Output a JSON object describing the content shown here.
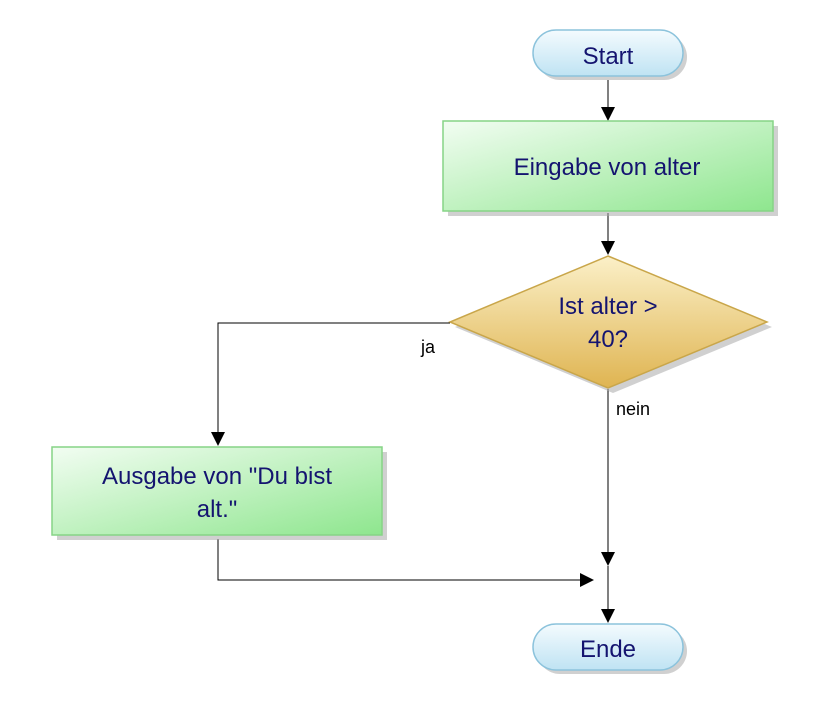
{
  "nodes": {
    "start": {
      "label": "Start"
    },
    "input": {
      "label": "Eingabe von alter"
    },
    "decision": {
      "line1": "Ist alter >",
      "line2": "40?"
    },
    "output": {
      "line1": "Ausgabe von \"Du bist",
      "line2": "alt.\""
    },
    "end": {
      "label": "Ende"
    }
  },
  "edges": {
    "yes_label": "ja",
    "no_label": "nein"
  },
  "colors": {
    "terminal_fill_top": "#f4fbfe",
    "terminal_fill_bottom": "#bfe3f3",
    "terminal_stroke": "#8cc3dc",
    "process_fill_top": "#f2fdf2",
    "process_fill_bottom": "#8ee68e",
    "process_stroke": "#86d486",
    "decision_fill_top": "#fbf0c8",
    "decision_fill_bottom": "#dfb451",
    "decision_stroke": "#c9a64a",
    "text": "#141470"
  }
}
